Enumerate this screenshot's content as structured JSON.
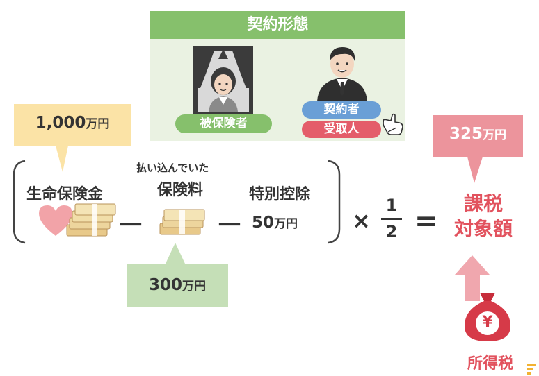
{
  "contract": {
    "title": "契約形態",
    "insured_label": "被保険者",
    "contractor_label": "契約者",
    "recipient_label": "受取人"
  },
  "left_amount": {
    "value": "1,000",
    "unit": "万円"
  },
  "insurance_money": "生命保険金",
  "premium_note": "払い込んでいた",
  "premium_label": "保険料",
  "premium_amount": {
    "value": "300",
    "unit": "万円"
  },
  "deduction": {
    "label": "特別控除",
    "value": "50",
    "unit": "万円"
  },
  "operators": {
    "minus": "－",
    "times": "×",
    "equals": "="
  },
  "fraction": {
    "numerator": "1",
    "denominator": "2"
  },
  "result_amount": {
    "value": "325",
    "unit": "万円"
  },
  "result_label": {
    "line1": "課税",
    "line2": "対象額"
  },
  "tax": {
    "symbol": "¥",
    "label": "所得税"
  },
  "colors": {
    "green": "#86c06c",
    "light_green_bg": "#eaf2e2",
    "yellow_callout": "#fbe3a6",
    "green_callout": "#c5dfb7",
    "pink": "#e88893",
    "red_text": "#e2525e",
    "blue_pill": "#6a9fd6",
    "red_pill": "#e45d6a"
  }
}
